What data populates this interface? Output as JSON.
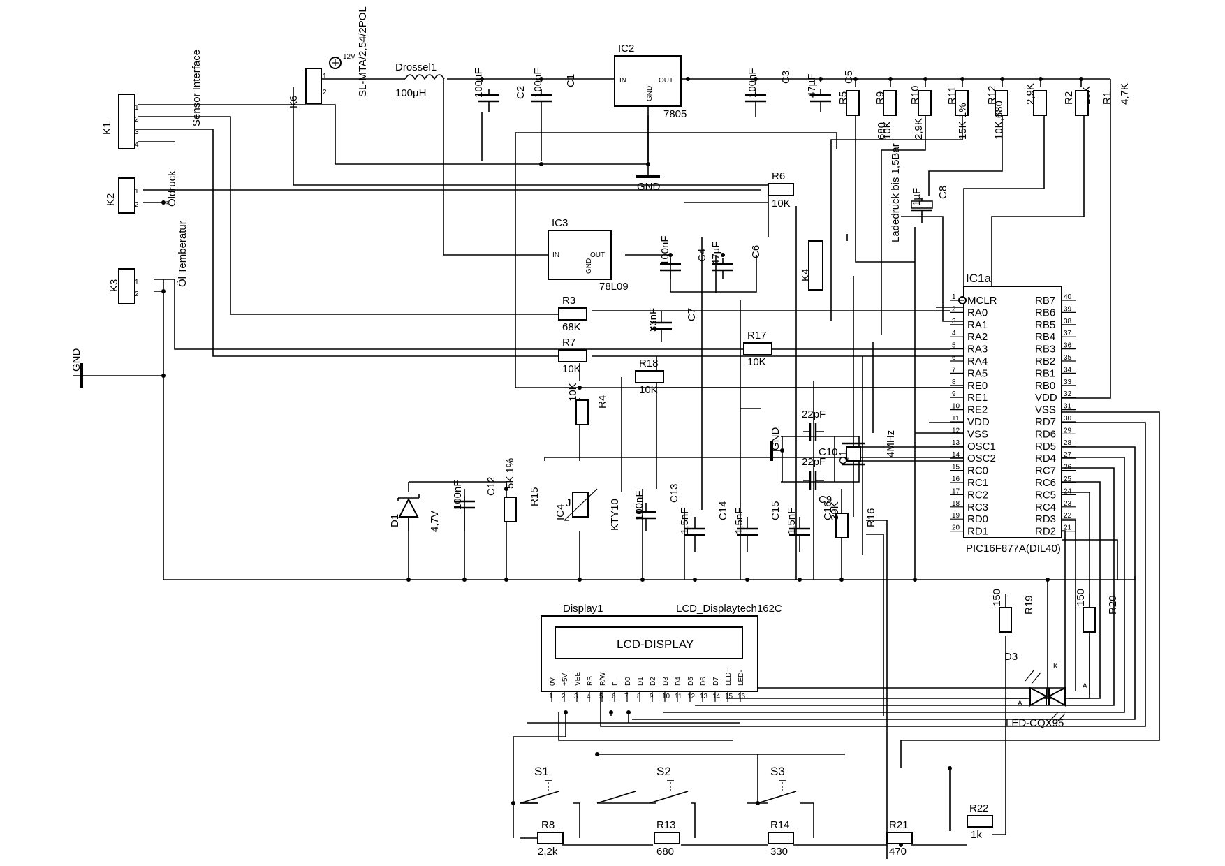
{
  "connectors": {
    "k1": {
      "name": "K1",
      "label": "Sensor Interface",
      "pins": [
        "1",
        "2",
        "3",
        "4"
      ]
    },
    "k2": {
      "name": "K2",
      "label": "Öldruck",
      "pins": [
        "1",
        "2"
      ]
    },
    "k3": {
      "name": "K3",
      "label": "Öl Temberatur",
      "pins": [
        "1",
        "2"
      ]
    },
    "k4": {
      "name": "K4",
      "label": "Ladedruck bis 1,5Bar"
    },
    "k6": {
      "name": "K6",
      "label": "SL-MTA/2,54/2POL",
      "plus": "12V",
      "pins": [
        "1",
        "2"
      ]
    }
  },
  "regulators": {
    "ic2": {
      "name": "IC2",
      "type": "7805",
      "in": "IN",
      "out": "OUT",
      "gnd": "GND"
    },
    "ic3": {
      "name": "IC3",
      "type": "78L09",
      "in": "IN",
      "out": "OUT",
      "gnd": "GND"
    }
  },
  "inductor": {
    "name": "Drossel1",
    "value": "100µH"
  },
  "capacitors": {
    "c1": {
      "name": "C1",
      "value": "100nF"
    },
    "c2": {
      "name": "C2",
      "value": "100µF"
    },
    "c3": {
      "name": "C3",
      "value": "100nF"
    },
    "c4": {
      "name": "C4",
      "value": "100nF"
    },
    "c5": {
      "name": "C5",
      "value": "47µF"
    },
    "c6": {
      "name": "C6",
      "value": "47µF"
    },
    "c7": {
      "name": "C7",
      "value": "33nF"
    },
    "c8": {
      "name": "C8",
      "value": "1µF"
    },
    "c9": {
      "name": "C9",
      "value": "22pF"
    },
    "c10": {
      "name": "C10",
      "value": "22pF"
    },
    "c12": {
      "name": "C12",
      "value": "100nF"
    },
    "c13": {
      "name": "C13",
      "value": "100nF"
    },
    "c14": {
      "name": "C14",
      "value": "1,5nF"
    },
    "c15": {
      "name": "C15",
      "value": "1,5nF"
    },
    "c16": {
      "name": "C16",
      "value": "1,5nF"
    }
  },
  "resistors": {
    "r1": {
      "name": "R1",
      "value": "4,7K"
    },
    "r2": {
      "name": "R2",
      "value": "10K"
    },
    "r3": {
      "name": "R3",
      "value": "68K"
    },
    "r4": {
      "name": "R4",
      "value": "10K"
    },
    "r5": {
      "name": "R5",
      "value": "680"
    },
    "r6": {
      "name": "R6",
      "value": "10K"
    },
    "r7": {
      "name": "R7",
      "value": "10K"
    },
    "r8": {
      "name": "R8",
      "value": "2,2k"
    },
    "r9": {
      "name": "R9",
      "value": "10K"
    },
    "r10": {
      "name": "R10",
      "value": "2,9K"
    },
    "r11": {
      "name": "R11",
      "value": "15K 1%"
    },
    "r12": {
      "name": "R12",
      "value": "10K,680"
    },
    "r2b": {
      "value": "2,9K"
    },
    "r13": {
      "name": "R13",
      "value": "680"
    },
    "r14": {
      "name": "R14",
      "value": "330"
    },
    "r15": {
      "name": "R15",
      "value": "5K 1%"
    },
    "r16": {
      "name": "R16",
      "value": "39K"
    },
    "r17": {
      "name": "R17",
      "value": "10K"
    },
    "r18": {
      "name": "R18",
      "value": "10K"
    },
    "r19": {
      "name": "R19",
      "value": "150"
    },
    "r20": {
      "name": "R20",
      "value": "150"
    },
    "r21": {
      "name": "R21",
      "value": "470"
    },
    "r22": {
      "name": "R22",
      "value": "1k"
    }
  },
  "diode": {
    "name": "D1",
    "value": "4,7V"
  },
  "sensor": {
    "name": "IC4",
    "type": "KTY10",
    "mark": "J"
  },
  "crystal": {
    "name": "Q1",
    "value": "4MHz"
  },
  "led": {
    "name": "D3",
    "type": "LED-CQX95",
    "a": "A",
    "k": "K"
  },
  "switches": {
    "s1": "S1",
    "s2": "S2",
    "s3": "S3"
  },
  "gnd": "GND",
  "mcu": {
    "name": "IC1a",
    "type": "PIC16F877A(DIL40)",
    "left": [
      {
        "n": "1",
        "l": "MCLR"
      },
      {
        "n": "2",
        "l": "RA0"
      },
      {
        "n": "3",
        "l": "RA1"
      },
      {
        "n": "4",
        "l": "RA2"
      },
      {
        "n": "5",
        "l": "RA3"
      },
      {
        "n": "6",
        "l": "RA4"
      },
      {
        "n": "7",
        "l": "RA5"
      },
      {
        "n": "8",
        "l": "RE0"
      },
      {
        "n": "9",
        "l": "RE1"
      },
      {
        "n": "10",
        "l": "RE2"
      },
      {
        "n": "11",
        "l": "VDD"
      },
      {
        "n": "12",
        "l": "VSS"
      },
      {
        "n": "13",
        "l": "OSC1"
      },
      {
        "n": "14",
        "l": "OSC2"
      },
      {
        "n": "15",
        "l": "RC0"
      },
      {
        "n": "16",
        "l": "RC1"
      },
      {
        "n": "17",
        "l": "RC2"
      },
      {
        "n": "18",
        "l": "RC3"
      },
      {
        "n": "19",
        "l": "RD0"
      },
      {
        "n": "20",
        "l": "RD1"
      }
    ],
    "right": [
      {
        "n": "40",
        "l": "RB7"
      },
      {
        "n": "39",
        "l": "RB6"
      },
      {
        "n": "38",
        "l": "RB5"
      },
      {
        "n": "37",
        "l": "RB4"
      },
      {
        "n": "36",
        "l": "RB3"
      },
      {
        "n": "35",
        "l": "RB2"
      },
      {
        "n": "34",
        "l": "RB1"
      },
      {
        "n": "33",
        "l": "RB0"
      },
      {
        "n": "32",
        "l": "VDD"
      },
      {
        "n": "31",
        "l": "VSS"
      },
      {
        "n": "30",
        "l": "RD7"
      },
      {
        "n": "29",
        "l": "RD6"
      },
      {
        "n": "28",
        "l": "RD5"
      },
      {
        "n": "27",
        "l": "RD4"
      },
      {
        "n": "26",
        "l": "RC7"
      },
      {
        "n": "25",
        "l": "RC6"
      },
      {
        "n": "24",
        "l": "RC5"
      },
      {
        "n": "23",
        "l": "RC4"
      },
      {
        "n": "22",
        "l": "RD3"
      },
      {
        "n": "21",
        "l": "RD2"
      }
    ]
  },
  "display": {
    "name": "Display1",
    "type": "LCD_Displaytech162C",
    "screen": "LCD-DISPLAY",
    "pins": [
      {
        "n": "1",
        "l": "0V"
      },
      {
        "n": "2",
        "l": "+5V"
      },
      {
        "n": "3",
        "l": "VEE"
      },
      {
        "n": "4",
        "l": "RS"
      },
      {
        "n": "5",
        "l": "R/W"
      },
      {
        "n": "6",
        "l": "E"
      },
      {
        "n": "7",
        "l": "D0"
      },
      {
        "n": "8",
        "l": "D1"
      },
      {
        "n": "9",
        "l": "D2"
      },
      {
        "n": "10",
        "l": "D3"
      },
      {
        "n": "11",
        "l": "D4"
      },
      {
        "n": "12",
        "l": "D5"
      },
      {
        "n": "13",
        "l": "D6"
      },
      {
        "n": "14",
        "l": "D7"
      },
      {
        "n": "15",
        "l": "LED+"
      },
      {
        "n": "16",
        "l": "LED-"
      }
    ]
  }
}
